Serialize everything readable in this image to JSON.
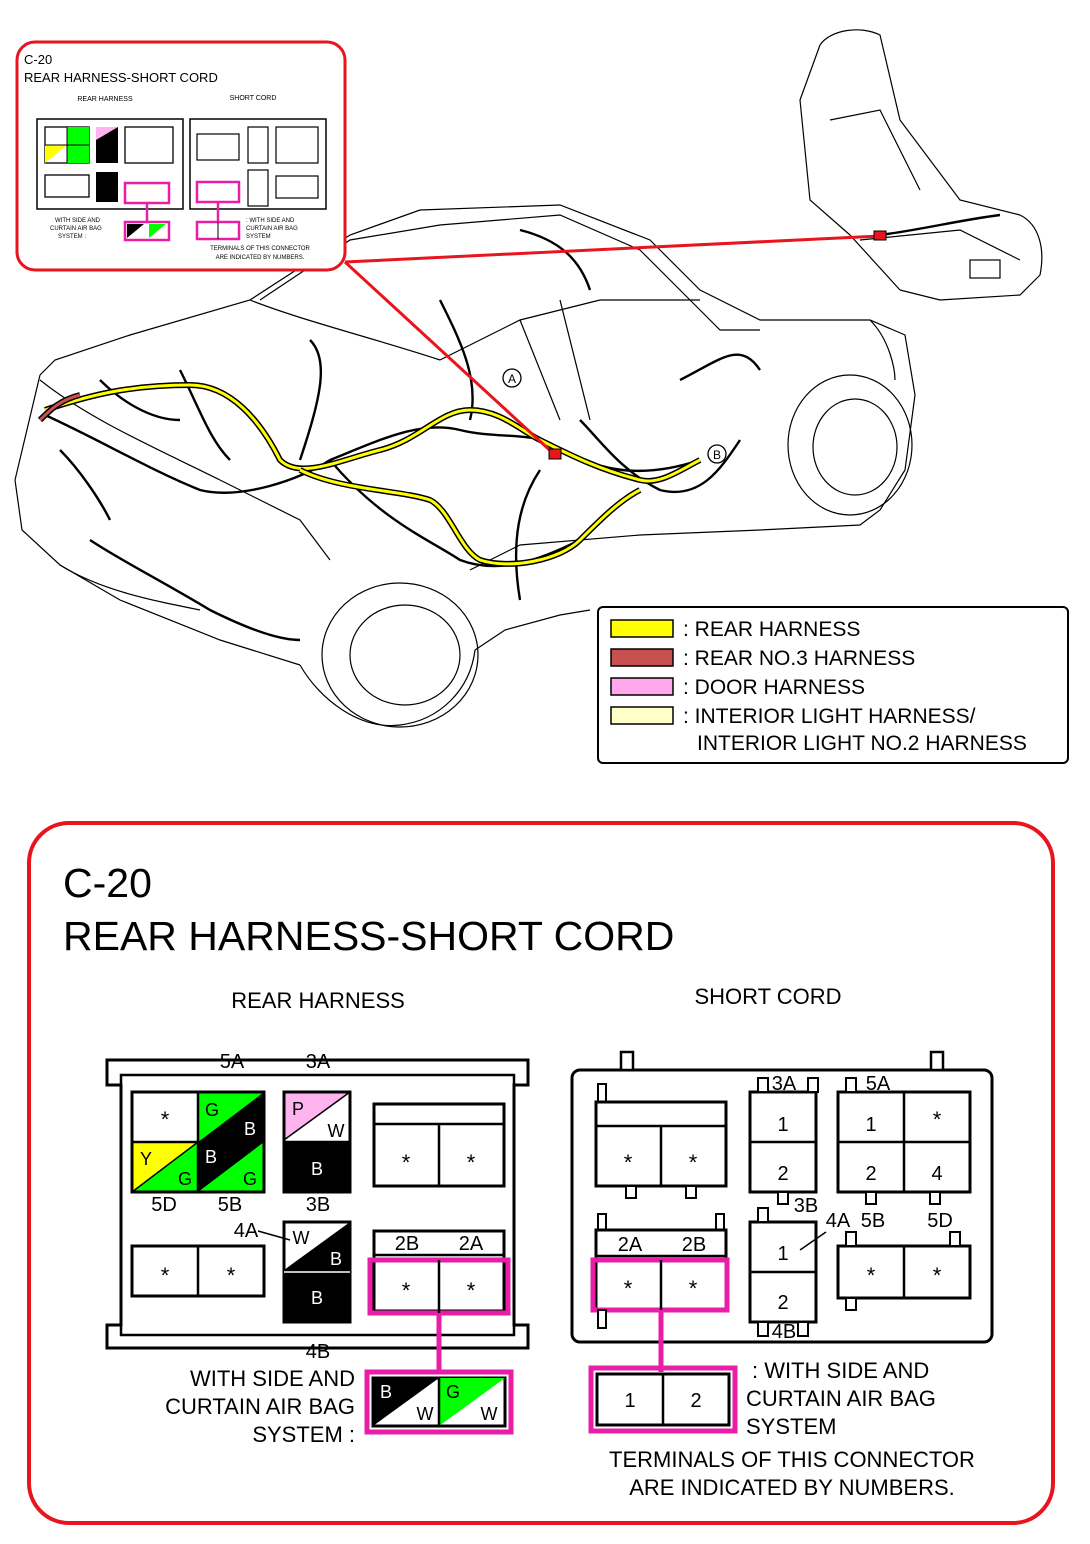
{
  "colors": {
    "callout_border": "#e8141e",
    "highlight": "#e81ea6",
    "rear_harness": "#ffff00",
    "rear_no3_harness": "#c85050",
    "door_harness": "#ffa8ec",
    "interior_light_harness": "#ffffc8",
    "wire_green": "#00ff00",
    "wire_yellow": "#ffff00",
    "wire_pink": "#ffb4f0"
  },
  "legend": {
    "items": [
      {
        "label": ": REAR HARNESS",
        "color_key": "rear_harness"
      },
      {
        "label": ": REAR NO.3 HARNESS",
        "color_key": "rear_no3_harness"
      },
      {
        "label": ": DOOR HARNESS",
        "color_key": "door_harness"
      },
      {
        "label": ": INTERIOR LIGHT HARNESS/",
        "color_key": "interior_light_harness"
      }
    ],
    "continuation": "INTERIOR LIGHT NO.2 HARNESS"
  },
  "locator_markers": [
    "A",
    "B"
  ],
  "connector": {
    "code": "C-20",
    "title": "REAR HARNESS-SHORT CORD",
    "rear_harness": {
      "heading": "REAR HARNESS",
      "labels": {
        "p5a": "5A",
        "p3a": "3A",
        "p5d": "5D",
        "p5b": "5B",
        "p3b": "3B",
        "p4a": "4A",
        "p4b": "4B",
        "p2b": "2B",
        "p2a": "2A"
      },
      "wires": {
        "g": "G",
        "b": "B",
        "y": "Y",
        "p": "P",
        "w": "W"
      },
      "star": "*",
      "note_line1": "WITH SIDE AND",
      "note_line2": "CURTAIN AIR BAG",
      "note_line3": "SYSTEM :"
    },
    "short_cord": {
      "heading": "SHORT CORD",
      "labels": {
        "p3a": "3A",
        "p5a": "5A",
        "p3b": "3B",
        "p4a": "4A",
        "p5b": "5B",
        "p5d": "5D",
        "p4b": "4B",
        "p2a": "2A",
        "p2b": "2B"
      },
      "numbers": {
        "n1": "1",
        "n2": "2",
        "n4": "4"
      },
      "star": "*",
      "note_line1": ": WITH SIDE AND",
      "note_line2": "CURTAIN AIR BAG",
      "note_line3": "SYSTEM",
      "footer_line1": "TERMINALS OF THIS CONNECTOR",
      "footer_line2": "ARE INDICATED BY NUMBERS."
    }
  }
}
